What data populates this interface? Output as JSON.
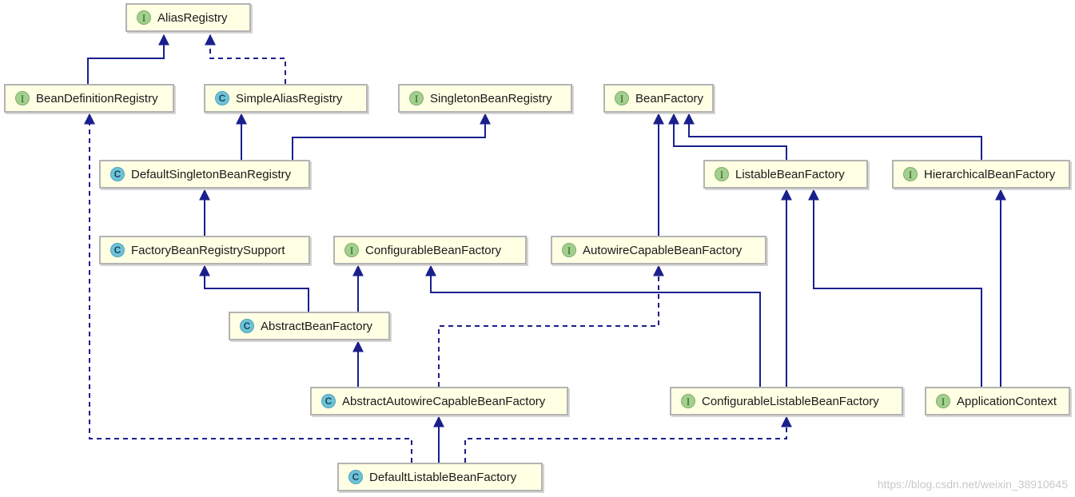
{
  "nodes": {
    "alias_registry": {
      "kind": "I",
      "label": "AliasRegistry"
    },
    "bean_definition_registry": {
      "kind": "I",
      "label": "BeanDefinitionRegistry"
    },
    "simple_alias_registry": {
      "kind": "C",
      "label": "SimpleAliasRegistry"
    },
    "singleton_bean_registry": {
      "kind": "I",
      "label": "SingletonBeanRegistry"
    },
    "bean_factory": {
      "kind": "I",
      "label": "BeanFactory"
    },
    "default_singleton_bean_registry": {
      "kind": "C",
      "label": "DefaultSingletonBeanRegistry"
    },
    "listable_bean_factory": {
      "kind": "I",
      "label": "ListableBeanFactory"
    },
    "hierarchical_bean_factory": {
      "kind": "I",
      "label": "HierarchicalBeanFactory"
    },
    "factory_bean_registry_support": {
      "kind": "C",
      "label": "FactoryBeanRegistrySupport"
    },
    "configurable_bean_factory": {
      "kind": "I",
      "label": "ConfigurableBeanFactory"
    },
    "autowire_capable_bean_factory": {
      "kind": "I",
      "label": "AutowireCapableBeanFactory"
    },
    "abstract_bean_factory": {
      "kind": "C",
      "label": "AbstractBeanFactory"
    },
    "abstract_autowire_capable_bean_factory": {
      "kind": "C",
      "label": "AbstractAutowireCapableBeanFactory"
    },
    "configurable_listable_bean_factory": {
      "kind": "I",
      "label": "ConfigurableListableBeanFactory"
    },
    "application_context": {
      "kind": "I",
      "label": "ApplicationContext"
    },
    "default_listable_bean_factory": {
      "kind": "C",
      "label": "DefaultListableBeanFactory"
    }
  },
  "edges": [
    {
      "from": "bean_definition_registry",
      "to": "alias_registry",
      "style": "extends"
    },
    {
      "from": "simple_alias_registry",
      "to": "alias_registry",
      "style": "implements"
    },
    {
      "from": "default_singleton_bean_registry",
      "to": "simple_alias_registry",
      "style": "extends"
    },
    {
      "from": "default_singleton_bean_registry",
      "to": "singleton_bean_registry",
      "style": "extends"
    },
    {
      "from": "factory_bean_registry_support",
      "to": "default_singleton_bean_registry",
      "style": "extends"
    },
    {
      "from": "abstract_bean_factory",
      "to": "factory_bean_registry_support",
      "style": "extends"
    },
    {
      "from": "abstract_bean_factory",
      "to": "configurable_bean_factory",
      "style": "extends"
    },
    {
      "from": "abstract_autowire_capable_bean_factory",
      "to": "abstract_bean_factory",
      "style": "extends"
    },
    {
      "from": "abstract_autowire_capable_bean_factory",
      "to": "autowire_capable_bean_factory",
      "style": "implements"
    },
    {
      "from": "autowire_capable_bean_factory",
      "to": "bean_factory",
      "style": "extends"
    },
    {
      "from": "listable_bean_factory",
      "to": "bean_factory",
      "style": "extends"
    },
    {
      "from": "hierarchical_bean_factory",
      "to": "bean_factory",
      "style": "extends"
    },
    {
      "from": "configurable_listable_bean_factory",
      "to": "configurable_bean_factory",
      "style": "extends"
    },
    {
      "from": "configurable_listable_bean_factory",
      "to": "listable_bean_factory",
      "style": "extends"
    },
    {
      "from": "application_context",
      "to": "listable_bean_factory",
      "style": "extends"
    },
    {
      "from": "application_context",
      "to": "hierarchical_bean_factory",
      "style": "extends"
    },
    {
      "from": "default_listable_bean_factory",
      "to": "abstract_autowire_capable_bean_factory",
      "style": "extends"
    },
    {
      "from": "default_listable_bean_factory",
      "to": "configurable_listable_bean_factory",
      "style": "implements"
    },
    {
      "from": "default_listable_bean_factory",
      "to": "bean_definition_registry",
      "style": "implements"
    }
  ],
  "colors": {
    "edge": "#1a1f8c",
    "interface_badge": "#a3cf8f",
    "class_badge": "#6fc2d8",
    "node_fill": "#ffffe4"
  },
  "watermark": "https://blog.csdn.net/weixin_38910645"
}
